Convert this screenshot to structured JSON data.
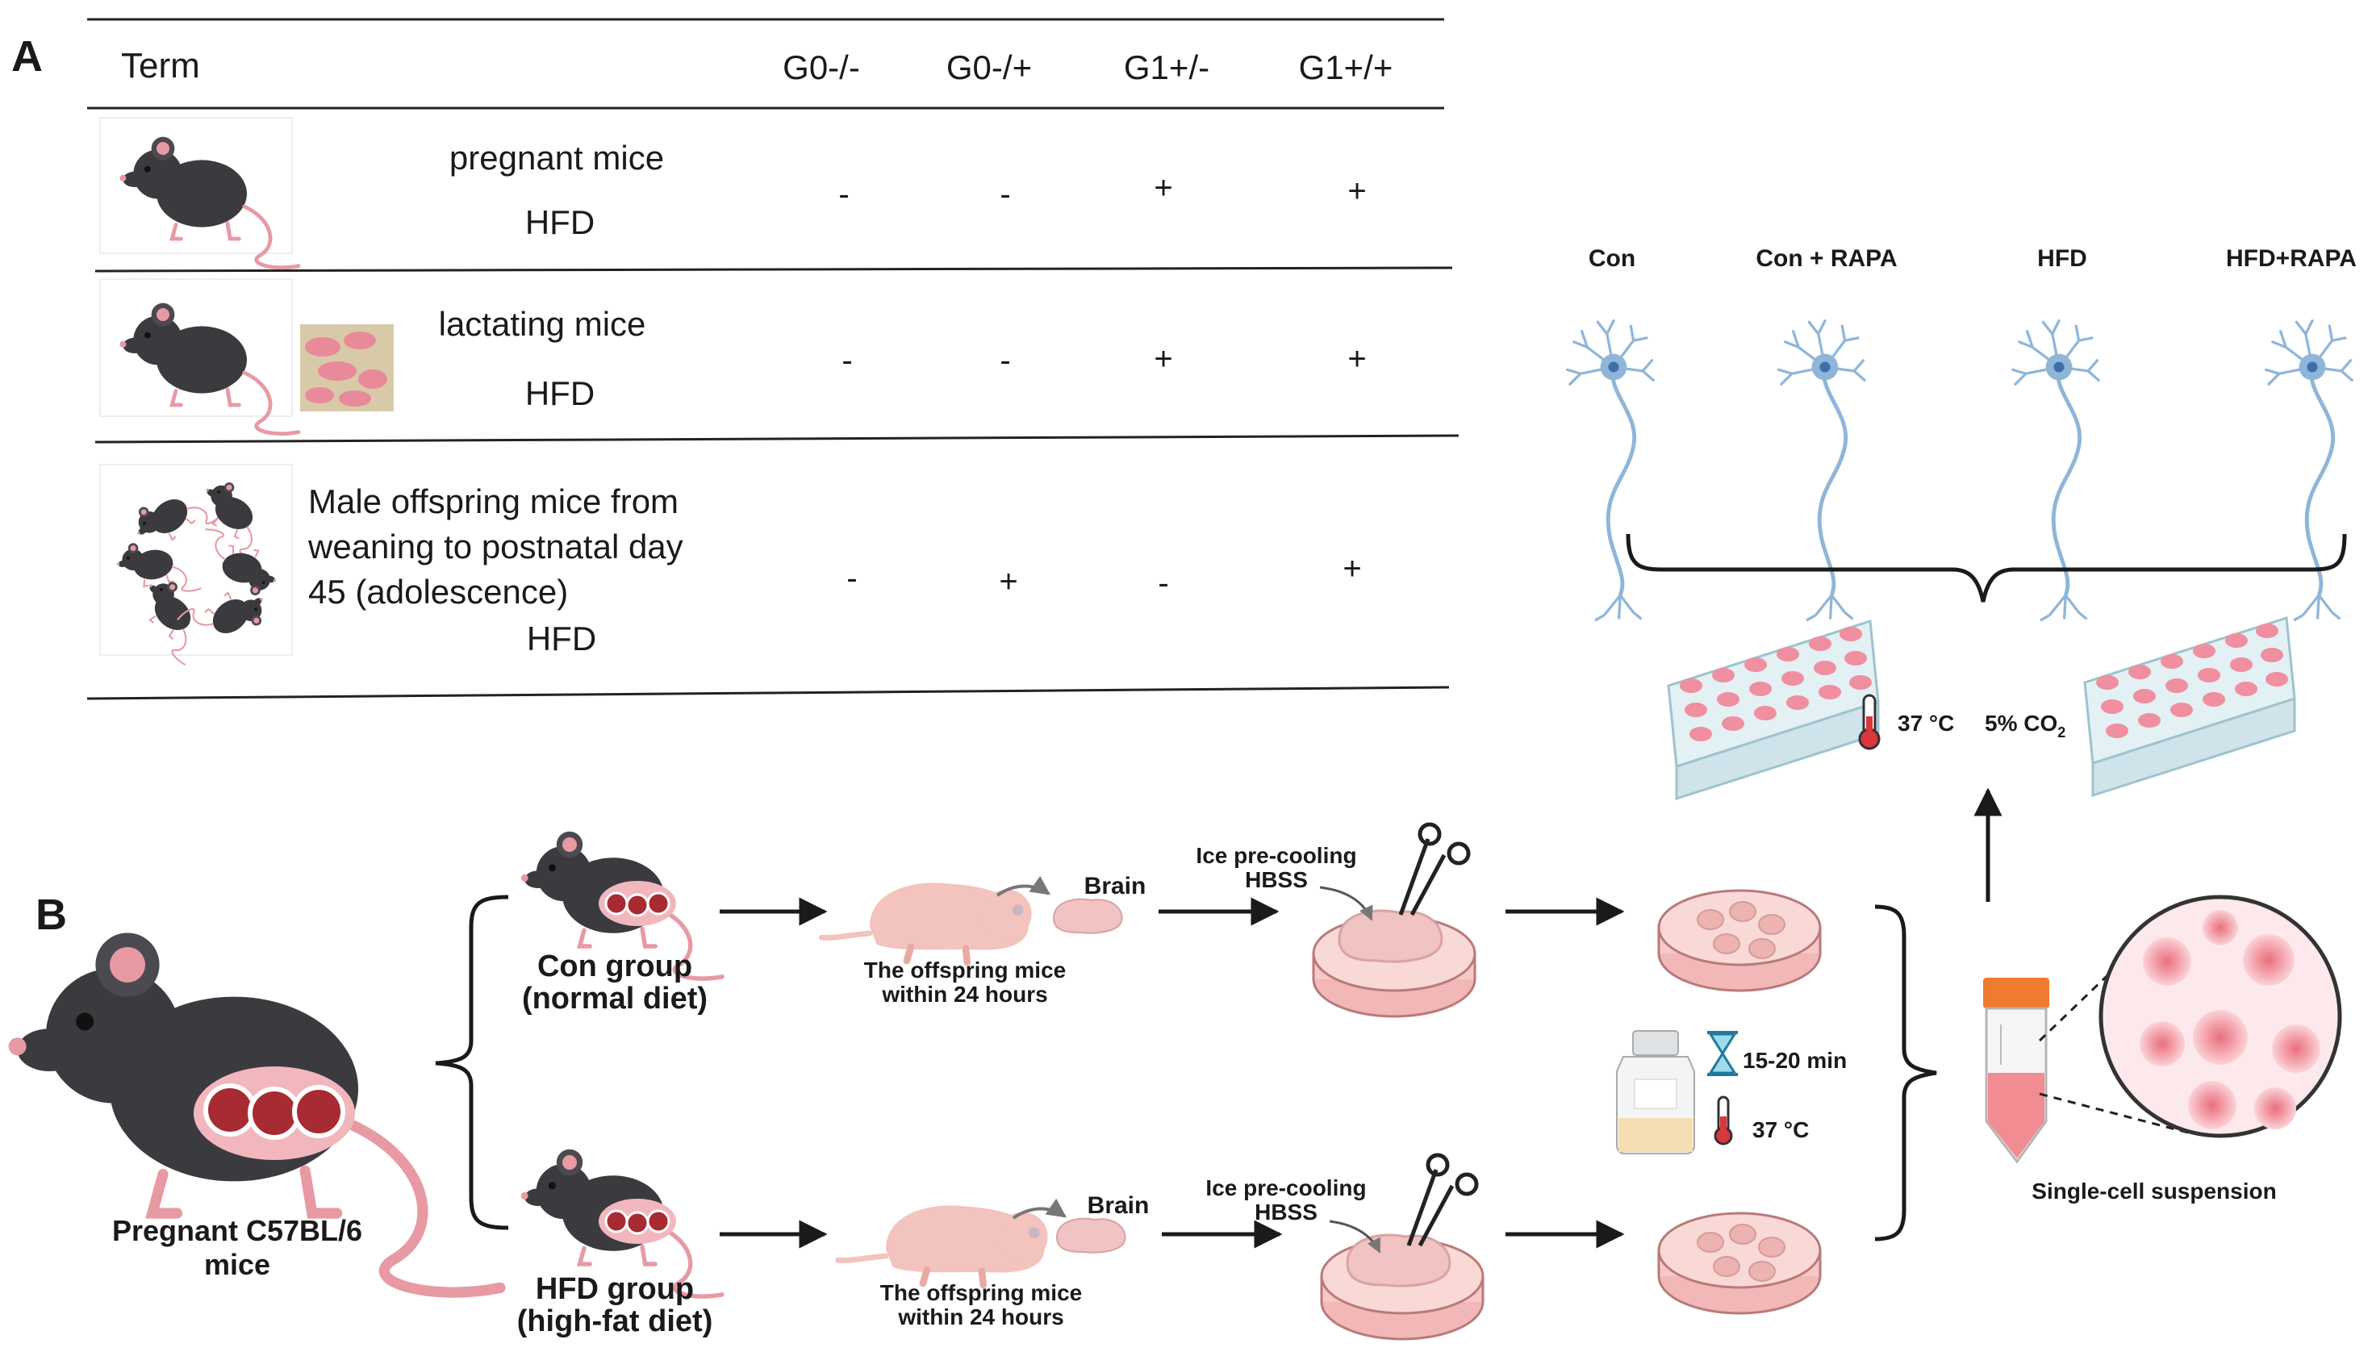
{
  "panel_a": {
    "letter": "A",
    "header": {
      "term": "Term",
      "groups": [
        "G0-/-",
        "G0-/+",
        "G1+/-",
        "G1+/+"
      ]
    },
    "rows": [
      {
        "lines": [
          "pregnant mice",
          "HFD"
        ],
        "marks": [
          "-",
          "-",
          "+",
          "+"
        ]
      },
      {
        "lines": [
          "lactating mice",
          "HFD"
        ],
        "marks": [
          "-",
          "-",
          "+",
          "+"
        ]
      },
      {
        "lines": [
          "Male offspring mice from",
          "weaning to postnatal day",
          "45 (adolescence)",
          "HFD"
        ],
        "marks": [
          "-",
          "+",
          "-",
          "+"
        ]
      }
    ]
  },
  "culture": {
    "groups": [
      "Con",
      "Con + RAPA",
      "HFD",
      "HFD+RAPA"
    ],
    "temp": "37 °C",
    "co2": "5% CO",
    "co2_sub": "2"
  },
  "panel_b": {
    "letter": "B",
    "pregnant": [
      "Pregnant C57BL/6",
      "mice"
    ],
    "con_group": [
      "Con group",
      "(normal diet)"
    ],
    "hfd_group": [
      "HFD group",
      "(high-fat diet)"
    ],
    "offspring": [
      "The offspring mice",
      "within 24 hours"
    ],
    "brain": "Brain",
    "ice": [
      "Ice pre-cooling",
      "HBSS"
    ],
    "digest_time": "15-20 min",
    "digest_temp": "37 °C",
    "suspension": "Single-cell suspension"
  }
}
